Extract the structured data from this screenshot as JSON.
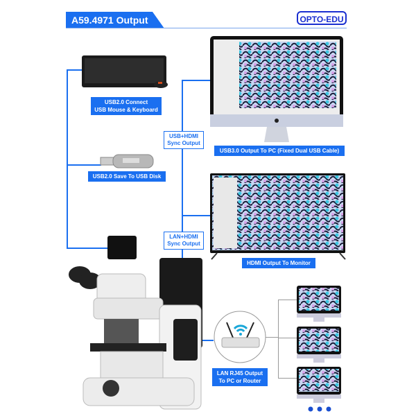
{
  "header": {
    "title": "A59.4971 Output",
    "logo": "OPTO-EDU"
  },
  "labels": {
    "keyboard": [
      "USB2.0 Connect",
      "USB Mouse & Keyboard"
    ],
    "usb_disk": "USB2.0 Save To USB Disk",
    "usb_hdmi": [
      "USB+HDMI",
      "Sync Output"
    ],
    "pc": "USB3.0 Output To PC (Fixed Dual USB Cable)",
    "monitor": "HDMI Output To Monitor",
    "lan_hdmi": [
      "LAN+HDMI",
      "Sync Output"
    ],
    "router": [
      "LAN RJ45 Output",
      "To PC or Router"
    ]
  },
  "colors": {
    "accent": "#1a6ff0",
    "logo": "#1a2fd0",
    "tree": "#999999"
  }
}
